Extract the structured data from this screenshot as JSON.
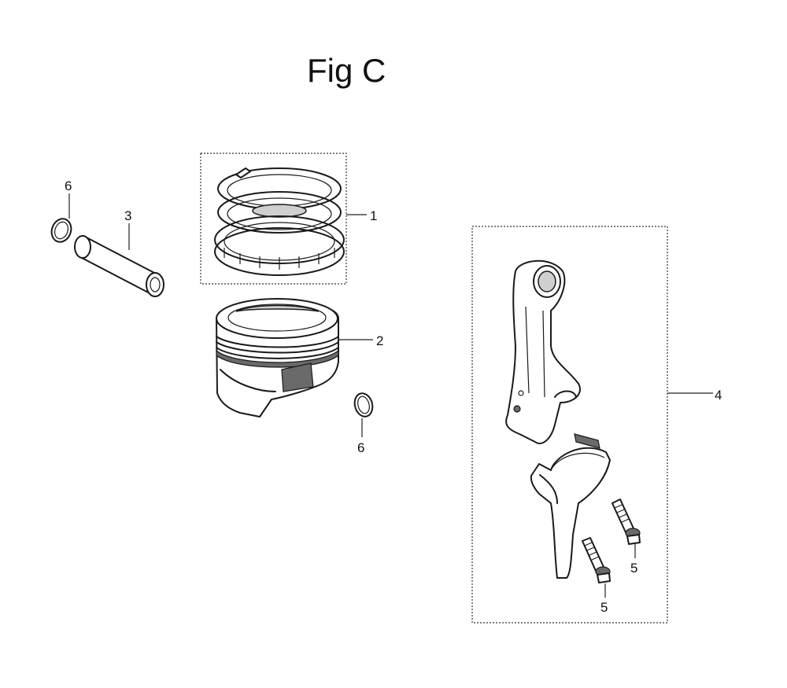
{
  "figure": {
    "title": "Fig C"
  },
  "callouts": {
    "piston_ring_set": "1",
    "piston": "2",
    "piston_pin": "3",
    "connecting_rod_assembly": "4",
    "rod_bolt_a": "5",
    "rod_bolt_b": "5",
    "pin_clip_left": "6",
    "pin_clip_right": "6"
  }
}
